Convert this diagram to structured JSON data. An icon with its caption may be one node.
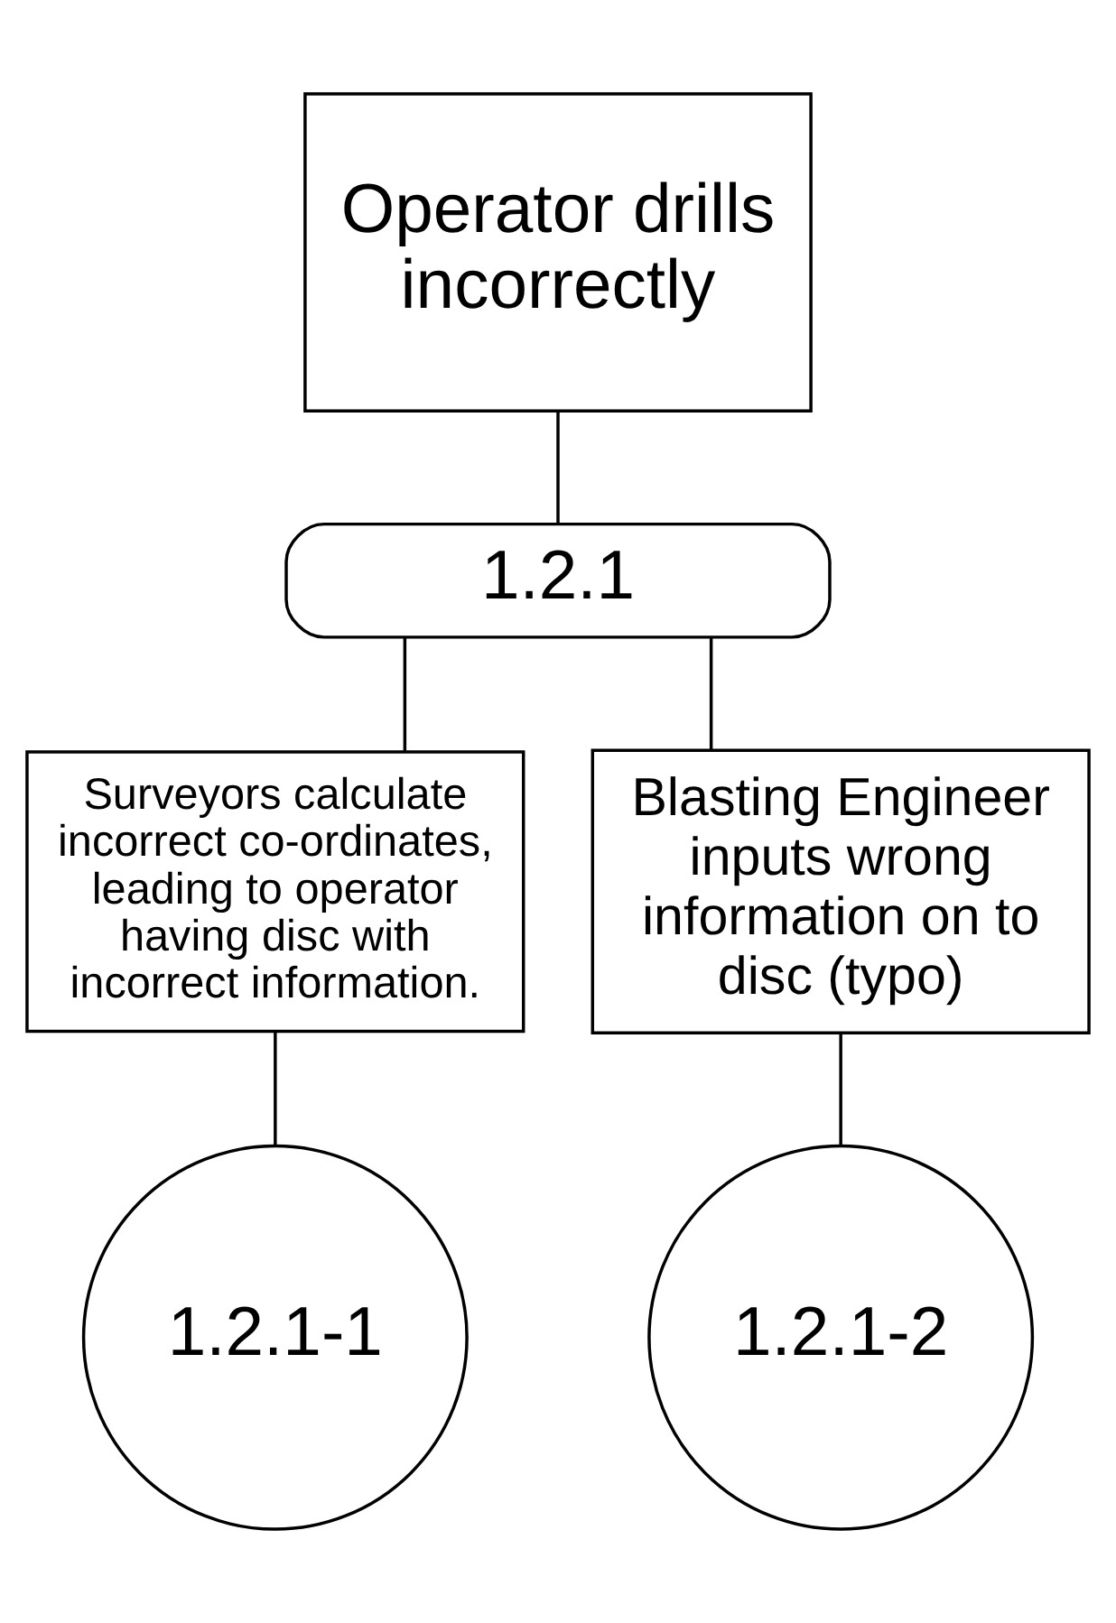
{
  "diagram": {
    "nodes": [
      {
        "text": [
          "Operator drills incorrectly"
        ]
      },
      {
        "text": [
          "1.2.1"
        ]
      },
      {
        "text": [
          "Surveyors calculate incorrect co-ordinates, leading to operator having disc with incorrect information."
        ]
      },
      {
        "text": [
          "Blasting Engineer inputs wrong information on to disc (typo)"
        ]
      },
      {
        "text": [
          "1.2.1-1"
        ]
      },
      {
        "text": [
          "1.2.1-2"
        ]
      }
    ],
    "edges": [
      {
        "from": 0,
        "to": 1,
        "arrow": "none"
      },
      {
        "from": 1,
        "to": 2,
        "arrow": "none"
      },
      {
        "from": 1,
        "to": 3,
        "arrow": "none"
      },
      {
        "from": 2,
        "to": 4,
        "arrow": "none"
      },
      {
        "from": 3,
        "to": 5,
        "arrow": "none"
      }
    ]
  }
}
